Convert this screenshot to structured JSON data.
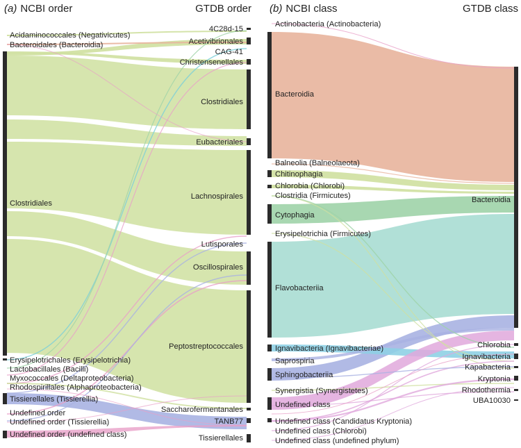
{
  "panels": [
    {
      "id": "a",
      "panel_label": "(a)",
      "left_title": "NCBI order",
      "right_title": "GTDB order",
      "left_nodes": [
        "Acidaminococcales (Negativicutes)",
        "Bacteroidales (Bacteroidia)",
        "Clostridiales",
        "Erysipelotrichales (Erysipelotrichia)",
        "Lactobacillales (Bacilli)",
        "Myxococcales (Deltaproteobacteria)",
        "Rhodospirillales (Alphaproteobacteria)",
        "Tissierellales (Tissierellia)",
        "Undefined order",
        "Undefined order (Tissierellia)",
        "Undefined order (undefined class)"
      ],
      "right_nodes": [
        "4C28d-15",
        "Acetivibrionales",
        "CAG-41",
        "Christensenellales",
        "Clostridiales",
        "Eubacteriales",
        "Lachnospirales",
        "Lutisporales",
        "Oscillospirales",
        "Peptostreptococcales",
        "Saccharofermentanales",
        "TANB77",
        "Tissierellales"
      ]
    },
    {
      "id": "b",
      "panel_label": "(b)",
      "left_title": "NCBI class",
      "right_title": "GTDB class",
      "left_nodes": [
        "Actinobacteria (Actinobacteria)",
        "Bacteroidia",
        "Balneolia (Balneolaeota)",
        "Chitinophagia",
        "Chlorobia (Chlorobi)",
        "Clostridia (Firmicutes)",
        "Cytophagia",
        "Erysipelotrichia (Firmicutes)",
        "Flavobacteriia",
        "Ignavibacteria (Ignavibacteriae)",
        "Saprospiria",
        "Sphingobacteriia",
        "Synergistia (Synergistetes)",
        "Undefined class",
        "Undefined class (Candidatus Kryptonia)",
        "Undefined class (Chlorobi)",
        "Undefined class (undefined phylum)"
      ],
      "right_nodes": [
        "Bacteroidia",
        "Chlorobia",
        "Ignavibacteria",
        "Kapabacteria",
        "Kryptonia",
        "Rhodothermia",
        "UBA10030"
      ]
    }
  ],
  "colors": {
    "node_bar": "#2b2b2b",
    "clostridiales_flow": "#cfe0a0",
    "bacteroidia_flow": "#e8b49c",
    "flavobacteriia_flow": "#a8ddd3",
    "cytophagia_flow": "#9fd3a8",
    "sphingobacteriia_flow": "#a9b2e2",
    "ignavibacteria_flow": "#8fd0e4",
    "undefined_class_flow": "#e0a8dc",
    "tissierellales_flow": "#a9b2e2",
    "pink_flow": "#e8a0c8",
    "teal_flow": "#7ccfd8"
  }
}
